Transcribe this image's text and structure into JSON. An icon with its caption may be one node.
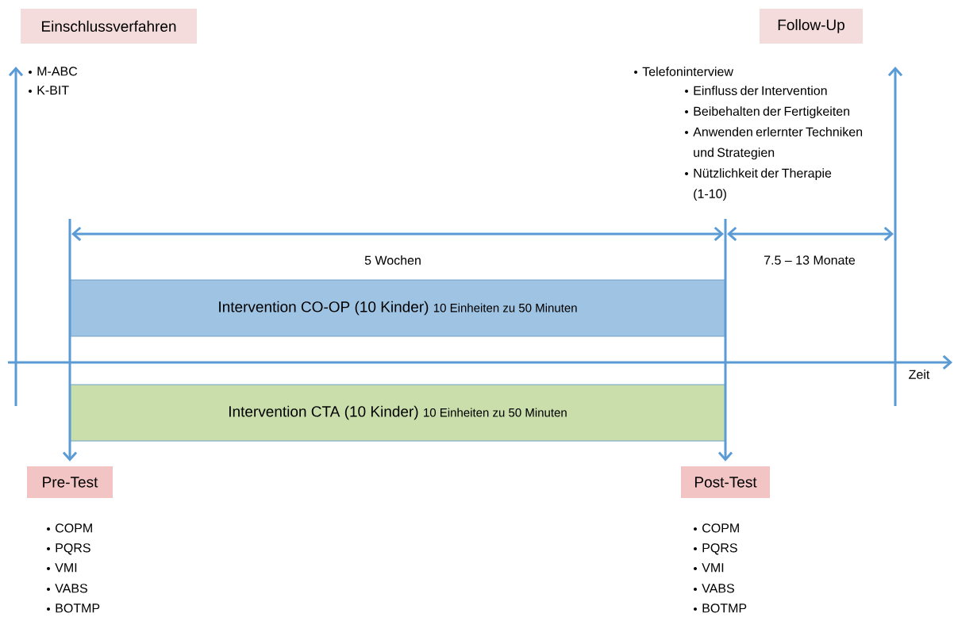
{
  "diagram": {
    "nodes": [
      {
        "text": [
          "Einschlussverfahren"
        ],
        "beside": [
          "M-ABC",
          "K-BIT"
        ]
      },
      {
        "text": [
          "Follow-Up"
        ],
        "beside": [
          "Telefoninterview",
          "Einfluss der Intervention",
          "Beibehalten der Fertigkeiten",
          "Anwenden erlernter Techniken und Strategien",
          "Nützlichkeit der Therapie (1-10)"
        ]
      },
      {
        "text": [
          "Intervention CO-OP (10 Kinder)",
          "10 Einheiten zu 50 Minuten"
        ]
      },
      {
        "text": [
          "Intervention CTA (10 Kinder)",
          "10 Einheiten zu 50 Minuten"
        ]
      },
      {
        "text": [
          "Pre-Test"
        ],
        "beside": [
          "COPM",
          "PQRS",
          "VMI",
          "VABS",
          "BOTMP"
        ]
      },
      {
        "text": [
          "Post-Test"
        ],
        "beside": [
          "COPM",
          "PQRS",
          "VMI",
          "VABS",
          "BOTMP"
        ]
      }
    ],
    "edges": [
      {
        "from": null,
        "to": 4,
        "arrow": "to"
      },
      {
        "from": null,
        "to": 5,
        "arrow": "to"
      }
    ],
    "labels": [
      "5 Wochen",
      "7.5 – 13 Monate",
      "Zeit"
    ]
  }
}
